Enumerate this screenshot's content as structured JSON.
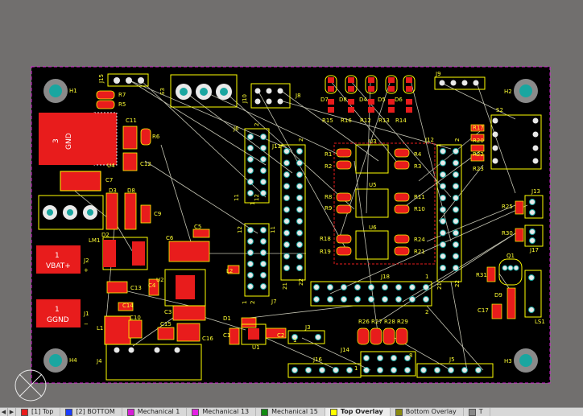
{
  "board": {
    "labels": {
      "H1": "H1",
      "H2": "H2",
      "H3": "H3",
      "H4": "H4",
      "J15": "J15",
      "S3": "S3",
      "J10": "J10",
      "J9": "J9",
      "J8": "J8",
      "S2": "S2",
      "R7": "R7",
      "R5": "R5",
      "C11": "C11",
      "R6": "R6",
      "C12": "C12",
      "U4": "U4",
      "C7": "C7",
      "D3": "D3",
      "D8": "D8",
      "C9": "C9",
      "C6": "C6",
      "C5": "C5",
      "LM1": "LM1",
      "D2": "D2",
      "J2": "J2",
      "C13": "C13",
      "C14": "C14",
      "J1": "J1",
      "C4": "C4",
      "U2": "U2",
      "C3": "C3",
      "L1": "L1",
      "C10": "C10",
      "C15": "C15",
      "C16": "C16",
      "J4": "J4",
      "J6": "J6",
      "J11": "J11",
      "J7": "J7",
      "L2": "L2",
      "D1": "D1",
      "C1": "C1",
      "U1": "U1",
      "C2": "C2",
      "J3": "J3",
      "J16": "J16",
      "J14": "J14",
      "D7": "D7",
      "D8b": "D8",
      "D4": "D4",
      "D5": "D5",
      "D6": "D6",
      "R15": "R15",
      "R16": "R16",
      "R12": "R12",
      "R13": "R13",
      "R14": "R14",
      "R1": "R1",
      "R2": "R2",
      "U3": "U3",
      "R4": "R4",
      "R3": "R3",
      "R8": "R8",
      "R9": "R9",
      "U5": "U5",
      "R11": "R11",
      "R10": "R10",
      "R18": "R18",
      "R19": "R19",
      "U6": "U6",
      "R24": "R24",
      "R21": "R21",
      "J12": "J12",
      "R17": "R17",
      "R20": "R20",
      "R22": "R22",
      "R23": "R23",
      "J13": "J13",
      "R25": "R25",
      "R30": "R30",
      "J17": "J17",
      "Q1": "Q1",
      "R31": "R31",
      "D9": "D9",
      "C17": "C17",
      "LS1": "LS1",
      "J18": "J18",
      "R26": "R26",
      "R27": "R27",
      "R28": "R28",
      "R29": "R29",
      "J5": "J5"
    },
    "pads": {
      "gnd_num": "3",
      "gnd_text": "GND",
      "vbat_num": "1",
      "vbat_text": "VBAT+",
      "ggnd_num": "1",
      "ggnd_text": "GGND"
    },
    "pin_numbers": {
      "j6_2": "2",
      "j6_1": "1",
      "j6_12": "12",
      "j6_11": "11",
      "j11_2": "2",
      "j11_1": "1",
      "j11_22": "22",
      "j11_21": "21",
      "j7_12": "12",
      "j7_11": "11",
      "j7_2": "2",
      "j7_1": "1",
      "j12_2": "2",
      "j12_1": "1",
      "j12_22": "22",
      "j12_21": "21",
      "j18_1": "1",
      "j18_2": "2",
      "j2_plus": "+",
      "j1_minus": "−",
      "j3_1": "1",
      "j14_1": "1",
      "j14_8": "8"
    }
  },
  "layer_tabs": [
    {
      "label": "[1] Top",
      "color": "#e81c1c"
    },
    {
      "label": "[2] BOTTOM",
      "color": "#1a3cff"
    },
    {
      "label": "Mechanical 1",
      "color": "#d61fd6"
    },
    {
      "label": "Mechanical 13",
      "color": "#e41fe4"
    },
    {
      "label": "Mechanical 15",
      "color": "#138a13"
    },
    {
      "label": "Top Overlay",
      "color": "#ffff00"
    },
    {
      "label": "Bottom Overlay",
      "color": "#8a8a10"
    },
    {
      "label": "T",
      "color": "#888888"
    }
  ],
  "active_layer": "Top Overlay",
  "colors": {
    "canvas": "#716f6e",
    "board": "#000000",
    "outline": "#d61fd6",
    "silk": "#ffff00",
    "copper_top": "#e81c1c",
    "pad_hole": "#e9e9e9",
    "via": "#1aa6a0"
  }
}
